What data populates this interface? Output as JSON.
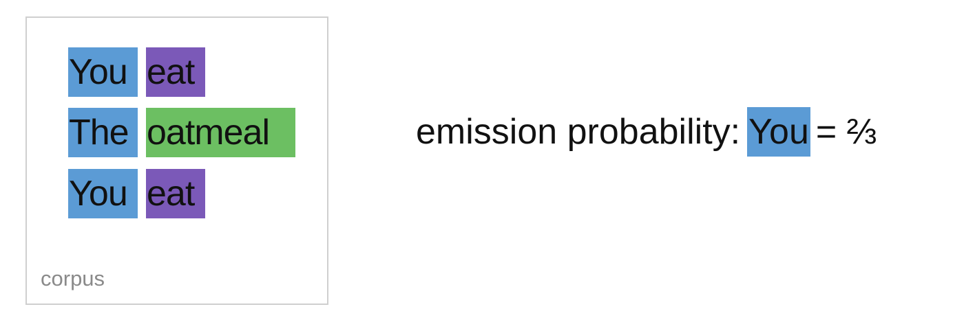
{
  "colors": {
    "noun_tag": "#5b9bd5",
    "verb_tag": "#7b59b8",
    "object_tag": "#6cbf62",
    "box_border": "#cfcfcf",
    "label_gray": "#8a8a8a"
  },
  "corpus": {
    "label": "corpus",
    "rows": [
      {
        "w1": "You",
        "w2": "eat"
      },
      {
        "w1": "The",
        "w2": "oatmeal"
      },
      {
        "w1": "You",
        "w2": "eat"
      }
    ]
  },
  "formula": {
    "prefix": "emission probability:",
    "highlight": "You",
    "suffix": "= ⅔"
  }
}
